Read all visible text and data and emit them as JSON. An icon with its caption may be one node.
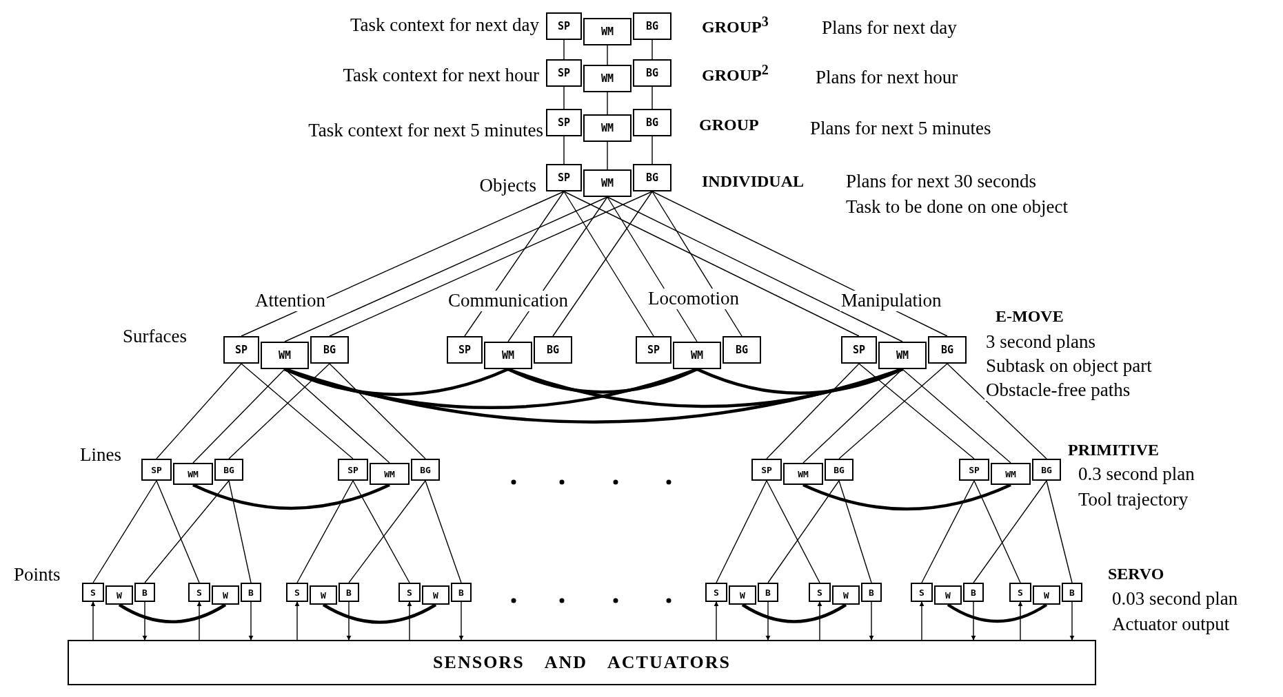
{
  "diagram": {
    "nodes": [
      {
        "text": [
          "SP"
        ]
      },
      {
        "text": [
          "WM"
        ]
      },
      {
        "text": [
          "BG"
        ]
      },
      {
        "text": [
          "SP"
        ]
      },
      {
        "text": [
          "WM"
        ]
      },
      {
        "text": [
          "BG"
        ]
      },
      {
        "text": [
          "SP"
        ]
      },
      {
        "text": [
          "WM"
        ]
      },
      {
        "text": [
          "BG"
        ]
      },
      {
        "text": [
          "SP"
        ]
      },
      {
        "text": [
          "WM"
        ]
      },
      {
        "text": [
          "BG"
        ]
      },
      {
        "text": [
          "SP"
        ]
      },
      {
        "text": [
          "WM"
        ]
      },
      {
        "text": [
          "BG"
        ]
      },
      {
        "text": [
          "SP"
        ]
      },
      {
        "text": [
          "WM"
        ]
      },
      {
        "text": [
          "BG"
        ]
      },
      {
        "text": [
          "SP"
        ]
      },
      {
        "text": [
          "WM"
        ]
      },
      {
        "text": [
          "BG"
        ]
      },
      {
        "text": [
          "SP"
        ]
      },
      {
        "text": [
          "WM"
        ]
      },
      {
        "text": [
          "BG"
        ]
      },
      {
        "text": [
          "SP"
        ]
      },
      {
        "text": [
          "WM"
        ]
      },
      {
        "text": [
          "BG"
        ]
      },
      {
        "text": [
          "SP"
        ]
      },
      {
        "text": [
          "WM"
        ]
      },
      {
        "text": [
          "BG"
        ]
      },
      {
        "text": [
          "SP"
        ]
      },
      {
        "text": [
          "WM"
        ]
      },
      {
        "text": [
          "BG"
        ]
      },
      {
        "text": [
          "SP"
        ]
      },
      {
        "text": [
          "WM"
        ]
      },
      {
        "text": [
          "BG"
        ]
      },
      {
        "text": [
          "S"
        ]
      },
      {
        "text": [
          "W"
        ]
      },
      {
        "text": [
          "B"
        ]
      },
      {
        "text": [
          "S"
        ]
      },
      {
        "text": [
          "W"
        ]
      },
      {
        "text": [
          "B"
        ]
      },
      {
        "text": [
          "S"
        ]
      },
      {
        "text": [
          "W"
        ]
      },
      {
        "text": [
          "B"
        ]
      },
      {
        "text": [
          "S"
        ]
      },
      {
        "text": [
          "W"
        ]
      },
      {
        "text": [
          "B"
        ]
      },
      {
        "text": [
          "S"
        ]
      },
      {
        "text": [
          "W"
        ]
      },
      {
        "text": [
          "B"
        ]
      },
      {
        "text": [
          "S"
        ]
      },
      {
        "text": [
          "W"
        ]
      },
      {
        "text": [
          "B"
        ]
      },
      {
        "text": [
          "S"
        ]
      },
      {
        "text": [
          "W"
        ]
      },
      {
        "text": [
          "B"
        ]
      },
      {
        "text": [
          "S"
        ]
      },
      {
        "text": [
          "W"
        ]
      },
      {
        "text": [
          "B"
        ]
      },
      {
        "text": [
          "SENSORS AND ACTUATORS"
        ]
      }
    ],
    "edges": [
      {
        "from": 0,
        "to": 3,
        "arrow": "none"
      },
      {
        "from": 1,
        "to": 4,
        "arrow": "none"
      },
      {
        "from": 2,
        "to": 5,
        "arrow": "none"
      },
      {
        "from": 3,
        "to": 6,
        "arrow": "none"
      },
      {
        "from": 4,
        "to": 7,
        "arrow": "none"
      },
      {
        "from": 5,
        "to": 8,
        "arrow": "none"
      },
      {
        "from": 6,
        "to": 9,
        "arrow": "none"
      },
      {
        "from": 7,
        "to": 10,
        "arrow": "none"
      },
      {
        "from": 8,
        "to": 11,
        "arrow": "none"
      },
      {
        "from": 9,
        "to": 12,
        "arrow": "none"
      },
      {
        "from": 9,
        "to": 15,
        "arrow": "none"
      },
      {
        "from": 9,
        "to": 18,
        "arrow": "none"
      },
      {
        "from": 9,
        "to": 21,
        "arrow": "none"
      },
      {
        "from": 10,
        "to": 13,
        "arrow": "none"
      },
      {
        "from": 10,
        "to": 16,
        "arrow": "none"
      },
      {
        "from": 10,
        "to": 19,
        "arrow": "none"
      },
      {
        "from": 10,
        "to": 22,
        "arrow": "none"
      },
      {
        "from": 11,
        "to": 14,
        "arrow": "none"
      },
      {
        "from": 11,
        "to": 17,
        "arrow": "none"
      },
      {
        "from": 11,
        "to": 20,
        "arrow": "none"
      },
      {
        "from": 11,
        "to": 23,
        "arrow": "none"
      },
      {
        "from": 13,
        "to": 16,
        "arrow": "none",
        "style": "thick"
      },
      {
        "from": 13,
        "to": 19,
        "arrow": "none",
        "style": "thick"
      },
      {
        "from": 13,
        "to": 22,
        "arrow": "none",
        "style": "thick"
      },
      {
        "from": 16,
        "to": 19,
        "arrow": "none",
        "style": "thick"
      },
      {
        "from": 16,
        "to": 22,
        "arrow": "none",
        "style": "thick"
      },
      {
        "from": 19,
        "to": 22,
        "arrow": "none",
        "style": "thick"
      },
      {
        "from": 12,
        "to": 24,
        "arrow": "none"
      },
      {
        "from": 13,
        "to": 25,
        "arrow": "none"
      },
      {
        "from": 14,
        "to": 26,
        "arrow": "none"
      },
      {
        "from": 12,
        "to": 27,
        "arrow": "none"
      },
      {
        "from": 13,
        "to": 28,
        "arrow": "none"
      },
      {
        "from": 14,
        "to": 29,
        "arrow": "none"
      },
      {
        "from": 21,
        "to": 30,
        "arrow": "none"
      },
      {
        "from": 22,
        "to": 31,
        "arrow": "none"
      },
      {
        "from": 23,
        "to": 32,
        "arrow": "none"
      },
      {
        "from": 21,
        "to": 33,
        "arrow": "none"
      },
      {
        "from": 22,
        "to": 34,
        "arrow": "none"
      },
      {
        "from": 23,
        "to": 35,
        "arrow": "none"
      },
      {
        "from": 25,
        "to": 28,
        "arrow": "none",
        "style": "thick"
      },
      {
        "from": 31,
        "to": 34,
        "arrow": "none",
        "style": "thick"
      },
      {
        "from": 24,
        "to": 36,
        "arrow": "none"
      },
      {
        "from": 26,
        "to": 38,
        "arrow": "none"
      },
      {
        "from": 24,
        "to": 39,
        "arrow": "none"
      },
      {
        "from": 26,
        "to": 41,
        "arrow": "none"
      },
      {
        "from": 27,
        "to": 42,
        "arrow": "none"
      },
      {
        "from": 29,
        "to": 44,
        "arrow": "none"
      },
      {
        "from": 27,
        "to": 45,
        "arrow": "none"
      },
      {
        "from": 29,
        "to": 47,
        "arrow": "none"
      },
      {
        "from": 30,
        "to": 48,
        "arrow": "none"
      },
      {
        "from": 32,
        "to": 50,
        "arrow": "none"
      },
      {
        "from": 30,
        "to": 51,
        "arrow": "none"
      },
      {
        "from": 32,
        "to": 53,
        "arrow": "none"
      },
      {
        "from": 33,
        "to": 54,
        "arrow": "none"
      },
      {
        "from": 35,
        "to": 56,
        "arrow": "none"
      },
      {
        "from": 33,
        "to": 57,
        "arrow": "none"
      },
      {
        "from": 35,
        "to": 59,
        "arrow": "none"
      },
      {
        "from": 37,
        "to": 40,
        "arrow": "none",
        "style": "thick"
      },
      {
        "from": 43,
        "to": 46,
        "arrow": "none",
        "style": "thick"
      },
      {
        "from": 49,
        "to": 52,
        "arrow": "none",
        "style": "thick"
      },
      {
        "from": 55,
        "to": 58,
        "arrow": "none",
        "style": "thick"
      },
      {
        "from": 60,
        "to": 36,
        "arrow": "to"
      },
      {
        "from": 38,
        "to": 60,
        "arrow": "to"
      },
      {
        "from": 60,
        "to": 39,
        "arrow": "to"
      },
      {
        "from": 41,
        "to": 60,
        "arrow": "to"
      },
      {
        "from": 60,
        "to": 42,
        "arrow": "to"
      },
      {
        "from": 44,
        "to": 60,
        "arrow": "to"
      },
      {
        "from": 60,
        "to": 45,
        "arrow": "to"
      },
      {
        "from": 47,
        "to": 60,
        "arrow": "to"
      },
      {
        "from": 60,
        "to": 48,
        "arrow": "to"
      },
      {
        "from": 50,
        "to": 60,
        "arrow": "to"
      },
      {
        "from": 60,
        "to": 51,
        "arrow": "to"
      },
      {
        "from": 53,
        "to": 60,
        "arrow": "to"
      },
      {
        "from": 60,
        "to": 54,
        "arrow": "to"
      },
      {
        "from": 56,
        "to": 60,
        "arrow": "to"
      },
      {
        "from": 60,
        "to": 57,
        "arrow": "to"
      },
      {
        "from": 59,
        "to": 60,
        "arrow": "to"
      }
    ],
    "labels": [
      "Task context for next day",
      "GROUP$^{3}$",
      "Plans for next day",
      "Task context for next hour",
      "GROUP$^{2}$",
      "Plans for next hour",
      "Task context for next 5 minutes",
      "GROUP",
      "Plans for next 5 minutes",
      "Objects",
      "INDIVIDUAL",
      "Plans for next 30 seconds",
      "Task to be done on one object",
      "Attention",
      "Communication",
      "Locomotion",
      "Manipulation",
      "E-MOVE",
      "Surfaces",
      "3 second plans",
      "Subtask on object part",
      "Obstacle-free paths",
      "Lines",
      "PRIMITIVE",
      "0.3 second plan",
      "Tool trajectory",
      "Points",
      "SERVO",
      "0.03 second plan",
      "Actuator output"
    ]
  }
}
